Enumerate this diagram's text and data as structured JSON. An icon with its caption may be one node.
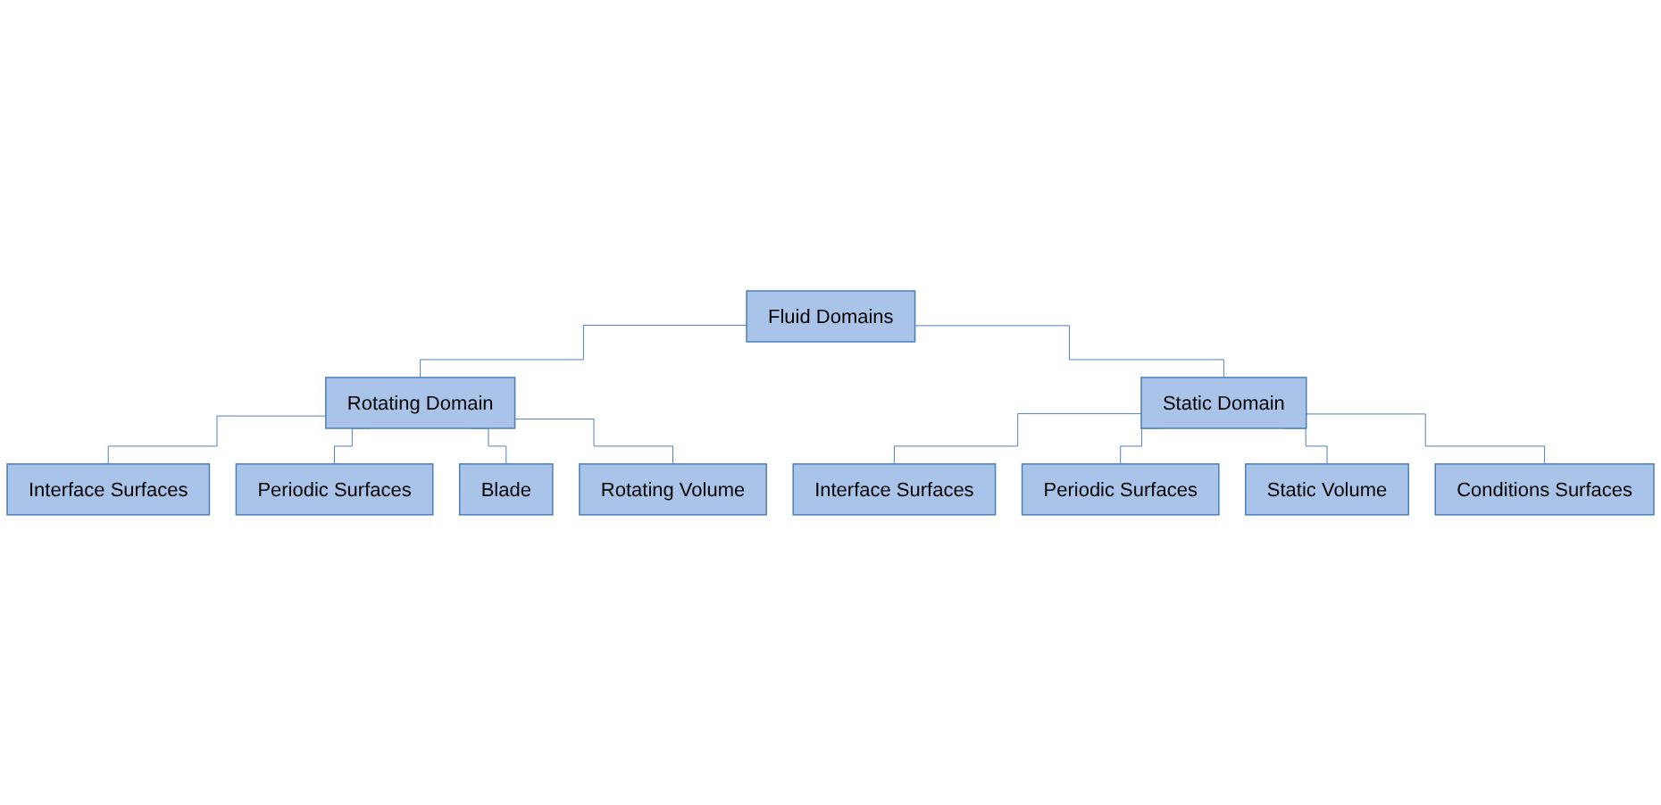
{
  "diagram": {
    "nodes": [
      {
        "text": [
          "Fluid Domains"
        ]
      },
      {
        "text": [
          "Rotating Domain"
        ]
      },
      {
        "text": [
          "Static Domain"
        ]
      },
      {
        "text": [
          "Interface Surfaces"
        ]
      },
      {
        "text": [
          "Periodic Surfaces"
        ]
      },
      {
        "text": [
          "Blade"
        ]
      },
      {
        "text": [
          "Rotating Volume"
        ]
      },
      {
        "text": [
          "Interface Surfaces"
        ]
      },
      {
        "text": [
          "Periodic Surfaces"
        ]
      },
      {
        "text": [
          "Static Volume"
        ]
      },
      {
        "text": [
          "Conditions Surfaces"
        ]
      }
    ],
    "edges": [
      {
        "from": 0,
        "to": 1,
        "arrow": "none"
      },
      {
        "from": 0,
        "to": 2,
        "arrow": "none"
      },
      {
        "from": 1,
        "to": 3,
        "arrow": "none"
      },
      {
        "from": 1,
        "to": 4,
        "arrow": "none"
      },
      {
        "from": 1,
        "to": 5,
        "arrow": "none"
      },
      {
        "from": 1,
        "to": 6,
        "arrow": "none"
      },
      {
        "from": 2,
        "to": 7,
        "arrow": "none"
      },
      {
        "from": 2,
        "to": 8,
        "arrow": "none"
      },
      {
        "from": 2,
        "to": 9,
        "arrow": "none"
      },
      {
        "from": 2,
        "to": 10,
        "arrow": "none"
      }
    ]
  }
}
